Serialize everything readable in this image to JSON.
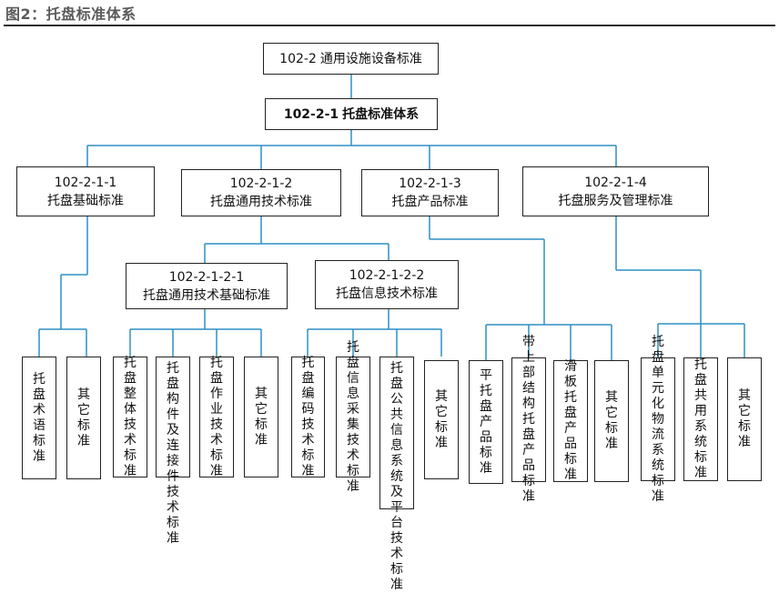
{
  "header": {
    "title": "图2：托盘标准体系"
  },
  "root": {
    "code": "102-2",
    "label": "通用设施设备标准"
  },
  "system": {
    "code": "102-2-1",
    "label": "托盘标准体系"
  },
  "level2": [
    {
      "code": "102-2-1-1",
      "label": "托盘基础标准"
    },
    {
      "code": "102-2-1-2",
      "label": "托盘通用技术标准"
    },
    {
      "code": "102-2-1-3",
      "label": "托盘产品标准"
    },
    {
      "code": "102-2-1-4",
      "label": "托盘服务及管理标准"
    }
  ],
  "level3": [
    {
      "code": "102-2-1-2-1",
      "label": "托盘通用技术基础标准"
    },
    {
      "code": "102-2-1-2-2",
      "label": "托盘信息技术标准"
    }
  ],
  "leaves": [
    "托盘术语标准",
    "其它标准",
    "托盘整体技术标准",
    "托盘构件及连接件技术标准",
    "托盘作业技术标准",
    "其它标准",
    "托盘编码技术标准",
    "托盘信息采集技术标准",
    "托盘公共信息系统及平台技术标准",
    "其它标准",
    "平托盘产品标准",
    "带上部结构托盘产品标准",
    "滑板托盘产品标准",
    "其它标准",
    "托盘单元化物流系统标准",
    "托盘共用系统标准",
    "其它标准"
  ],
  "colors": {
    "connector": "#2e8fc4",
    "border": "#222222"
  }
}
